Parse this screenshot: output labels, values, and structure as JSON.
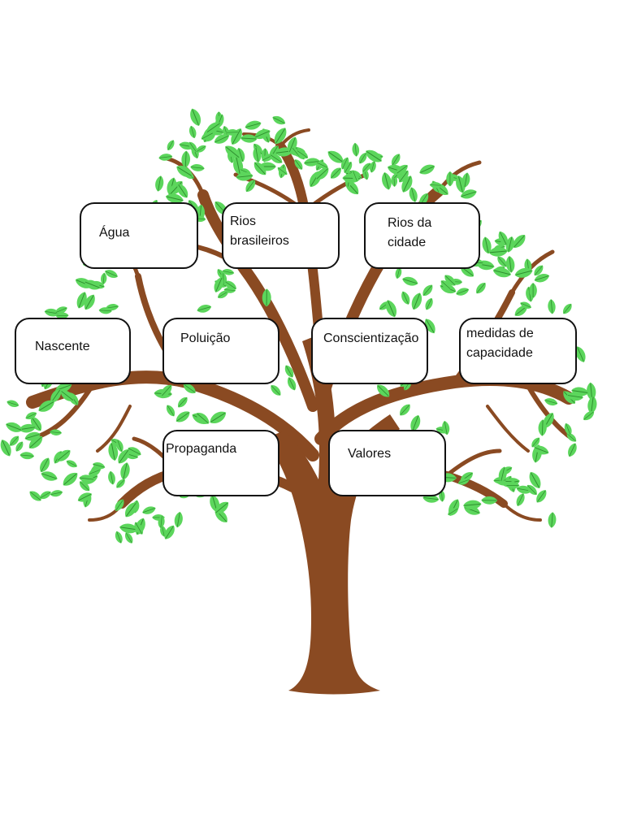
{
  "colors": {
    "trunk": "#8a4a22",
    "branch": "#8a4a22",
    "leaf": "#5cd65c",
    "leaf_vein": "#2f8f2f",
    "box_border": "#111111",
    "box_fill": "#ffffff"
  },
  "icons": {
    "tree": "tree-illustration",
    "leaves": "leaf-icon"
  },
  "boxes": {
    "agua": "Água",
    "rios_brasileiros": "Rios\nbrasileiros",
    "rios_da_cidade": "Rios da\ncidade",
    "nascente": "Nascente",
    "poluicao": "Poluição",
    "conscientizacao": "Conscientização",
    "medidas": "medidas de\ncapacidade",
    "propaganda": "Propaganda",
    "valores": "Valores"
  }
}
